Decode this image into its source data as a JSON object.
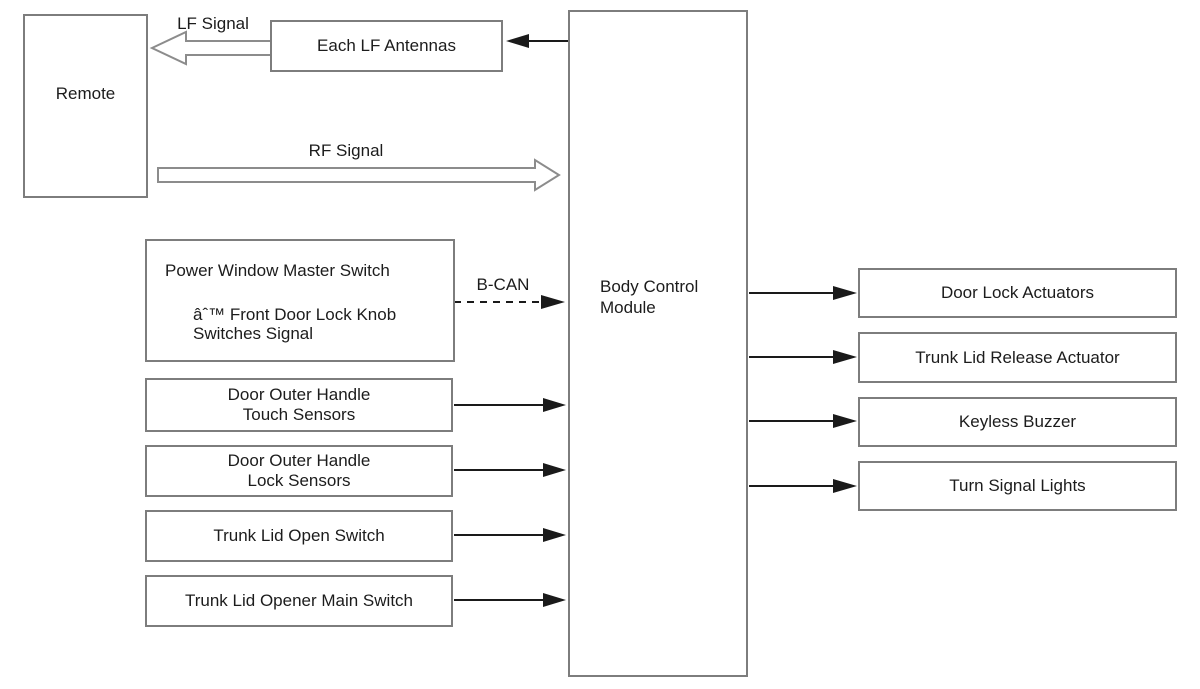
{
  "nodes": {
    "remote": {
      "label": "Remote"
    },
    "each_lf_antennas": {
      "label": "Each LF Antennas"
    },
    "body_control_module": {
      "line1": "Body Control",
      "line2": "Module"
    },
    "power_window_master_switch": {
      "title": "Power Window Master Switch",
      "bullet_line1": "âˆ™ Front Door Lock Knob",
      "bullet_line2": "Switches Signal"
    },
    "door_outer_handle_touch_sensors": {
      "line1": "Door Outer Handle",
      "line2": "Touch Sensors"
    },
    "door_outer_handle_lock_sensors": {
      "line1": "Door Outer Handle",
      "line2": "Lock Sensors"
    },
    "trunk_lid_open_switch": {
      "label": "Trunk Lid Open Switch"
    },
    "trunk_lid_opener_main_switch": {
      "label": "Trunk Lid Opener Main Switch"
    },
    "door_lock_actuators": {
      "label": "Door Lock Actuators"
    },
    "trunk_lid_release_actuator": {
      "label": "Trunk Lid Release Actuator"
    },
    "keyless_buzzer": {
      "label": "Keyless Buzzer"
    },
    "turn_signal_lights": {
      "label": "Turn Signal Lights"
    }
  },
  "signal_labels": {
    "lf_signal": "LF Signal",
    "rf_signal": "RF Signal",
    "b_can": "B-CAN"
  },
  "colors": {
    "background": "#ffffff",
    "box_border": "#7d7d7d",
    "text": "#1c1c1c",
    "solid_arrow": "#1a1a1a",
    "hollow_arrow_outline": "#8c8c8c"
  }
}
